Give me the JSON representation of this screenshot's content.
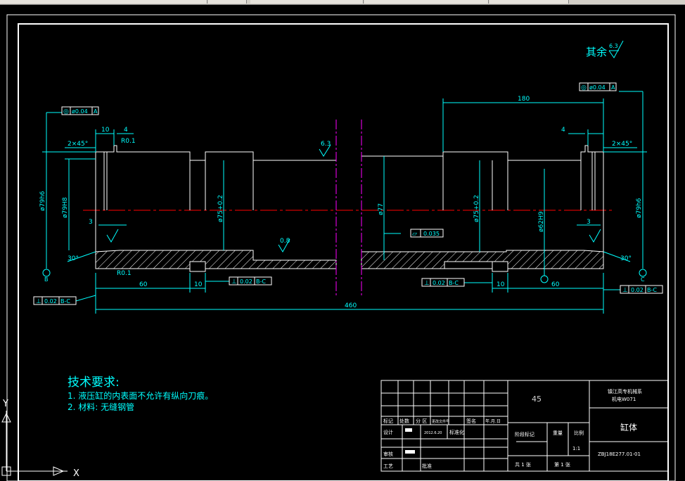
{
  "app": {
    "name": "CAD drawing viewer"
  },
  "colors": {
    "background": "#000000",
    "part_outline": "#ffffff",
    "dimension": "#00ffff",
    "centerline": "#ff0000",
    "break_line": "#ff00ff",
    "frame": "#ffffff"
  },
  "surface_finish": {
    "prefix": "其余",
    "value": "6.3"
  },
  "tolerance_frames": {
    "left_top": {
      "symbol": "◎",
      "value": "ø0.04",
      "datum": "A"
    },
    "right_top": {
      "symbol": "◎",
      "value": "ø0.04",
      "datum": "A"
    },
    "left_bottom": {
      "symbol": "⊥",
      "value": "0.02",
      "datum": "B-C"
    },
    "right_bottom": {
      "symbol": "⊥",
      "value": "0.02",
      "datum": "B-C"
    },
    "mid_left": {
      "symbol": "⊥",
      "value": "0.02",
      "datum": "B-C"
    },
    "mid_right": {
      "symbol": "⊥",
      "value": "0.02",
      "datum": "B-C"
    },
    "center_flatness": {
      "symbol": "▱",
      "value": "0.035",
      "datum": ""
    }
  },
  "dimensions": {
    "overall_length": "460",
    "right_span": "180",
    "left_step": "60",
    "right_step": "60",
    "left_groove": "10",
    "right_groove": "10",
    "left_top_width": "10",
    "left_groove_depth": "4",
    "right_groove_depth": "4",
    "left_chamfer": "2×45°",
    "right_chamfer": "2×45°",
    "left_radius": "R0.1",
    "left_radius_bottom": "R0.1",
    "left_angle": "30°",
    "right_angle": "30°",
    "left_small_3": "3",
    "right_small_3": "3",
    "left_diam_outer": "ø79h6",
    "left_diam_inner": "ø79H8",
    "left_diam_mid": "ø75+0.2",
    "center_diam": "ø77",
    "right_diam_mid": "ø75+0.2",
    "right_diam_inner": "ø62H9",
    "right_diam_outer": "ø79h6",
    "finish_left": "6.3",
    "finish_bottom": "0.8",
    "datum_left": "B",
    "datum_right": "C"
  },
  "tech_req": {
    "title": "技术要求:",
    "items": [
      "1. 液压缸的内表面不允许有纵向刀痕。",
      "2. 材料: 无缝钢管"
    ]
  },
  "title_block": {
    "material": "45",
    "school": "镇江高专机械系",
    "class": "机电W071",
    "part_name": "缸体",
    "drawing_no": "ZBJ18E277.01-01",
    "date": "2012.6.20",
    "row_labels": [
      "标记",
      "处数",
      "分 区",
      "更改文件号",
      "签名",
      "年.月.日"
    ],
    "design": "设计",
    "standard": "标准化",
    "check": "审核",
    "process": "工艺",
    "approve": "批准",
    "stage": "阶段标记",
    "weight": "重量",
    "scale": "比例",
    "scale_value": "1:1",
    "sheet_total": "共 1 张",
    "sheet_no": "第 1 张"
  },
  "ucs": {
    "y": "Y",
    "x": "X"
  }
}
